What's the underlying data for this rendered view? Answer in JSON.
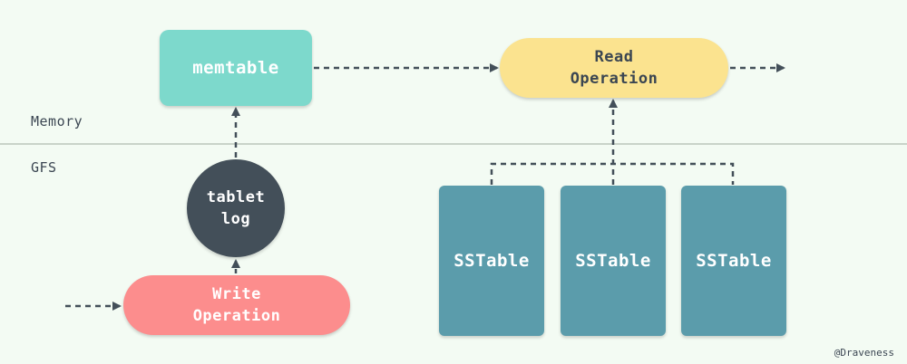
{
  "zones": {
    "memory": "Memory",
    "gfs": "GFS"
  },
  "nodes": {
    "memtable": "memtable",
    "read_operation": "Read\nOperation",
    "tablet_log": "tablet\nlog",
    "write_operation": "Write\nOperation",
    "sstables": [
      "SSTable",
      "SSTable",
      "SSTable"
    ]
  },
  "watermark": "@Draveness",
  "colors": {
    "background": "#f3fbf3",
    "memtable": "#7dd9cc",
    "read_operation": "#fbe38f",
    "tablet_log": "#434f59",
    "write_operation": "#fc8d8d",
    "sstable": "#5b9cab",
    "arrow": "#434f59",
    "divider": "#c9d3c9"
  }
}
